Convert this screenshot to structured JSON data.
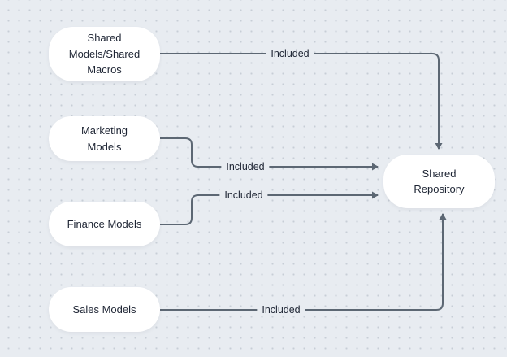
{
  "diagram": {
    "background_color": "#e8ecf1",
    "dot_color": "#c7ced6",
    "node_fill": "#ffffff",
    "text_color": "#1d2433",
    "line_color": "#5c6773"
  },
  "nodes": {
    "shared_models": {
      "label": "Shared Models/Shared Macros"
    },
    "marketing": {
      "label": "Marketing Models"
    },
    "finance": {
      "label": "Finance Models"
    },
    "sales": {
      "label": "Sales Models"
    },
    "repository": {
      "label": "Shared Repository"
    }
  },
  "edges": {
    "shared_to_repo": {
      "label": "Included"
    },
    "marketing_to_repo": {
      "label": "Included"
    },
    "finance_to_repo": {
      "label": "Included"
    },
    "sales_to_repo": {
      "label": "Included"
    }
  }
}
